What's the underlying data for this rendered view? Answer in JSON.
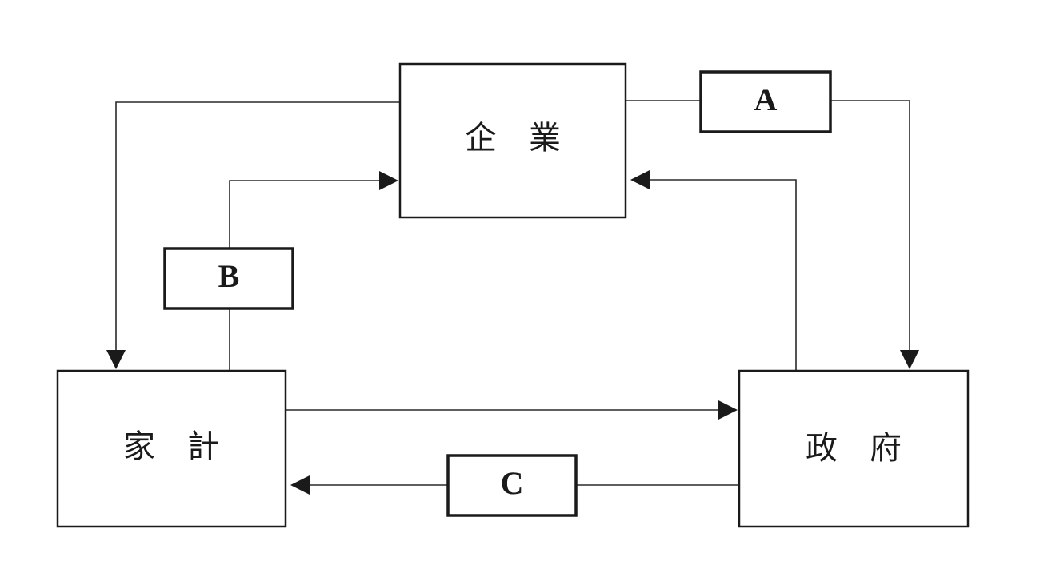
{
  "nodes": {
    "firm": "企　業",
    "household": "家　計",
    "government": "政　府"
  },
  "flow_labels": {
    "a": "A",
    "b": "B",
    "c": "C"
  }
}
